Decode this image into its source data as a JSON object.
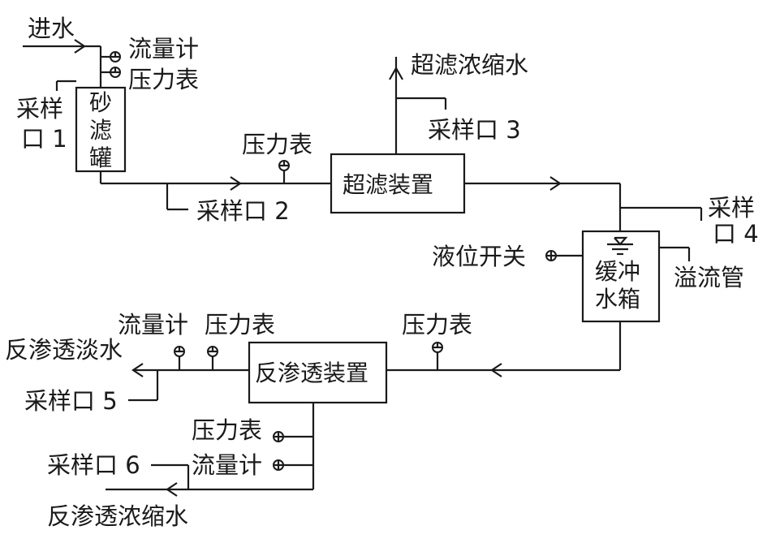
{
  "units": {
    "sand_filter": "砂\n滤\n罐",
    "uf_unit": "超滤装置",
    "buffer_tank": "缓冲\n水箱",
    "ro_unit": "反渗透装置"
  },
  "streams": {
    "inlet": "进水",
    "uf_concentrate": "超滤浓缩水",
    "ro_permeate": "反渗透淡水",
    "ro_concentrate": "反渗透浓缩水",
    "overflow": "溢流管"
  },
  "instruments": {
    "flowmeter_1": "流量计",
    "pressure_gauge_1": "压力表",
    "pressure_gauge_2": "压力表",
    "level_switch": "液位开关",
    "pressure_gauge_3": "压力表",
    "flowmeter_permeate": "流量计",
    "pressure_gauge_permeate": "压力表",
    "pressure_gauge_concentrate": "压力表",
    "flowmeter_concentrate": "流量计"
  },
  "sampling_points": {
    "p1": "采样\n口 1",
    "p2": "采样口 2",
    "p3": "采样口 3",
    "p4": "采样\n口 4",
    "p5": "采样口 5",
    "p6": "采样口 6"
  }
}
